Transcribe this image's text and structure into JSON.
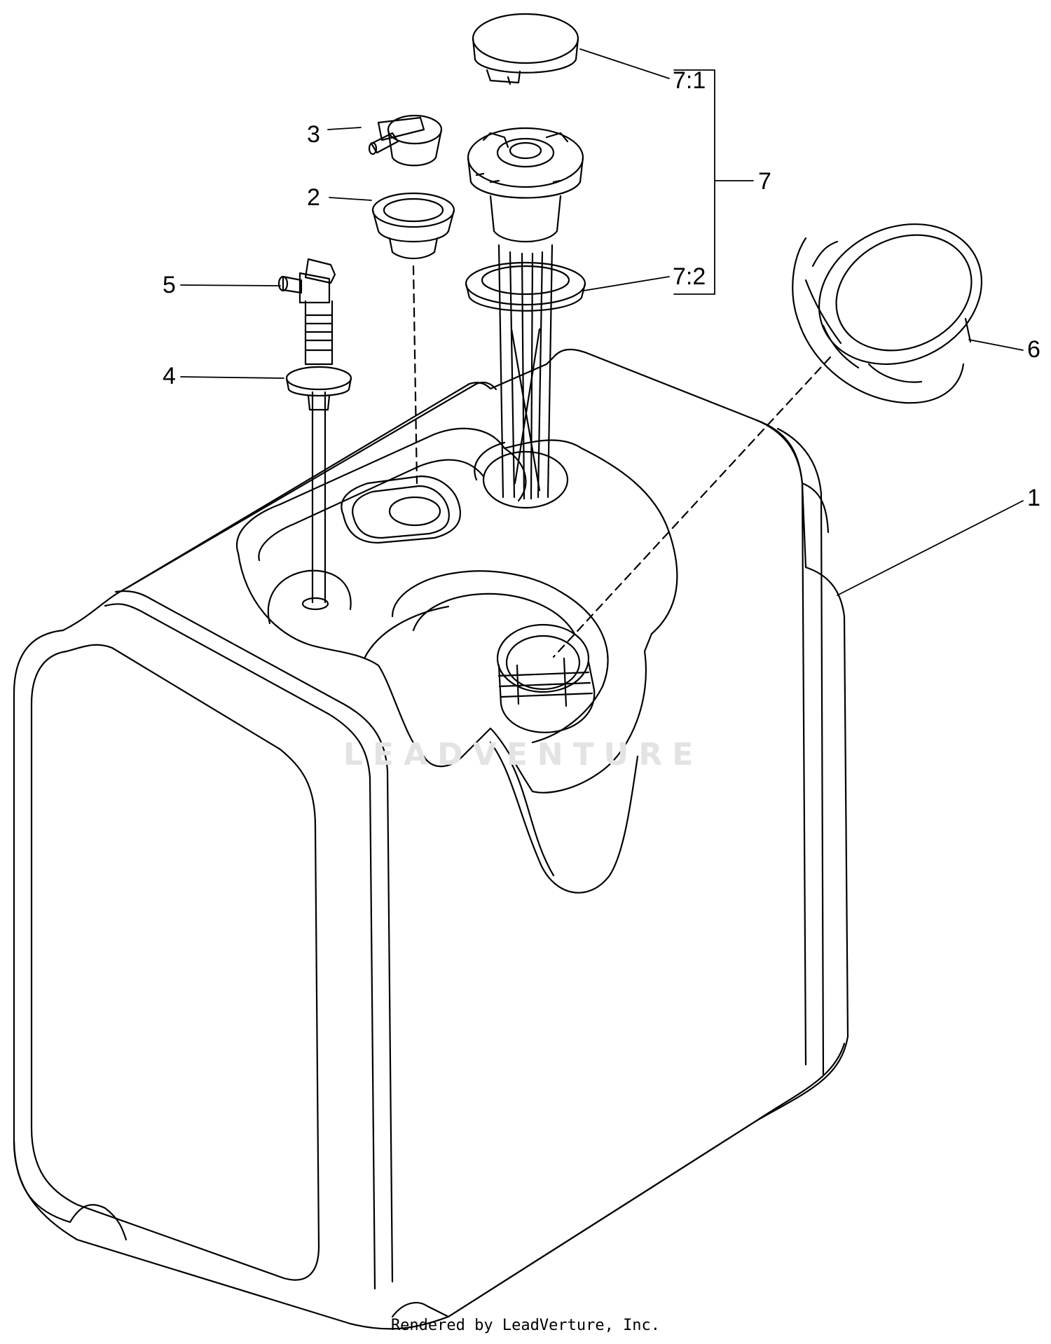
{
  "diagram": {
    "callouts": {
      "c1": "1",
      "c2": "2",
      "c3": "3",
      "c4": "4",
      "c5": "5",
      "c6": "6",
      "c7": "7",
      "c7_1": "7:1",
      "c7_2": "7:2"
    },
    "watermark": "LEADVENTURE",
    "footer": "Rendered by LeadVerture, Inc."
  }
}
